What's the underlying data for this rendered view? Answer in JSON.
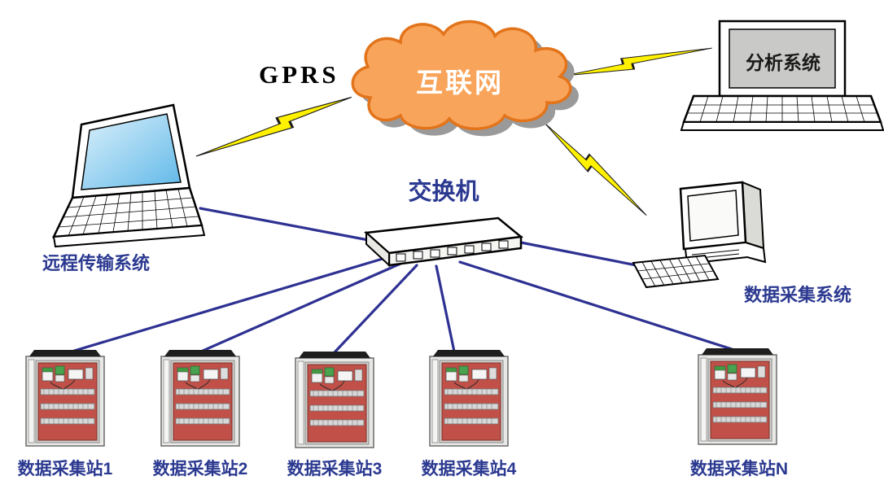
{
  "diagram": {
    "type": "network-topology",
    "gprs_label": "GPRS",
    "cloud": {
      "label": "互联网"
    },
    "switch": {
      "label": "交换机"
    },
    "remote_transmission": {
      "label": "远程传输系统"
    },
    "analysis_system": {
      "label": "分析系统"
    },
    "data_acquisition_system": {
      "label": "数据采集系统"
    },
    "stations": [
      {
        "label": "数据采集站1"
      },
      {
        "label": "数据采集站2"
      },
      {
        "label": "数据采集站3"
      },
      {
        "label": "数据采集站4"
      },
      {
        "label": "数据采集站N"
      }
    ],
    "colors": {
      "cloud_fill": "#F9A45B",
      "cloud_stroke": "#E2741B",
      "lightning_fill": "#FFF100",
      "label_blue": "#2B3990",
      "line_blue": "#2E3192",
      "cabinet_panel_red": "#C05048",
      "screen_blue": "#7FC4E8"
    },
    "connections": [
      {
        "from": "remote_transmission",
        "to": "internet",
        "via": "lightning"
      },
      {
        "from": "internet",
        "to": "analysis_system",
        "via": "lightning"
      },
      {
        "from": "internet",
        "to": "data_acquisition_system",
        "via": "lightning"
      },
      {
        "from": "switch",
        "to": "remote_transmission",
        "via": "line"
      },
      {
        "from": "switch",
        "to": "data_acquisition_system",
        "via": "line"
      },
      {
        "from": "switch",
        "to": "station_1",
        "via": "line"
      },
      {
        "from": "switch",
        "to": "station_2",
        "via": "line"
      },
      {
        "from": "switch",
        "to": "station_3",
        "via": "line"
      },
      {
        "from": "switch",
        "to": "station_4",
        "via": "line"
      },
      {
        "from": "switch",
        "to": "station_n",
        "via": "line"
      }
    ]
  }
}
